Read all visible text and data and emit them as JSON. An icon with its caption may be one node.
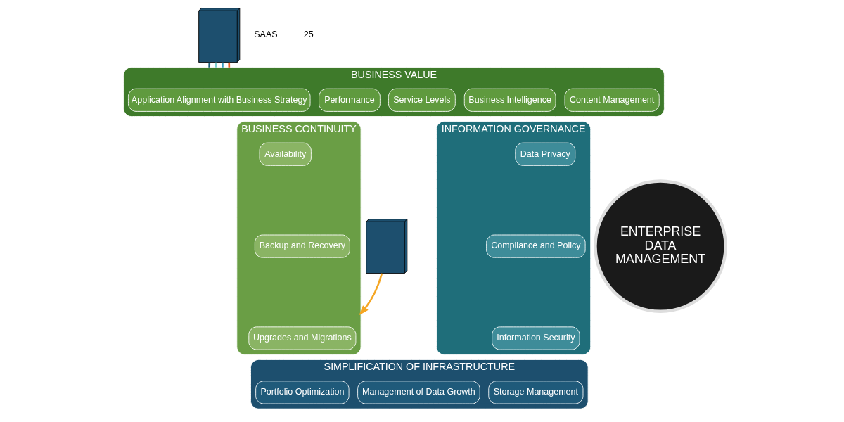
{
  "diagram": {
    "nodes": [
      {
        "text": [],
        "shape": "picture"
      },
      {
        "text": [],
        "shape": "picture"
      },
      {
        "text": [
          "ENTERPRISE DATA MANAGEMENT"
        ]
      },
      {
        "text": [
          "BUSINESS VALUE"
        ]
      },
      {
        "text": [
          "Application Alignment with Business Strategy"
        ],
        "in": 3
      },
      {
        "text": [
          "Performance"
        ],
        "in": 3
      },
      {
        "text": [
          "Service Levels"
        ],
        "in": 3
      },
      {
        "text": [
          "Business Intelligence"
        ],
        "in": 3
      },
      {
        "text": [
          "Content Management"
        ],
        "in": 3
      },
      {
        "text": [
          "INFORMATION GOVERNANCE"
        ]
      },
      {
        "text": [
          "Data Privacy"
        ],
        "in": 9
      },
      {
        "text": [
          "Compliance and Policy"
        ],
        "in": 9
      },
      {
        "text": [
          "Information Security"
        ],
        "in": 9
      },
      {
        "text": [
          "SIMPLIFICATION OF INFRASTRUCTURE"
        ]
      },
      {
        "text": [
          "Storage Management"
        ],
        "in": 13
      },
      {
        "text": [
          "Management of Data Growth"
        ],
        "in": 13
      },
      {
        "text": [
          "Portfolio Optimization"
        ],
        "in": 13
      },
      {
        "text": [
          "BUSINESS CONTINUITY"
        ]
      },
      {
        "text": [
          "Upgrades and Migrations"
        ],
        "in": 17
      },
      {
        "text": [
          "Backup and Recovery"
        ],
        "in": 17
      },
      {
        "text": [
          "Availability"
        ],
        "in": 17
      }
    ],
    "edges": [
      {
        "from": 0,
        "to": 3,
        "arrow": "none",
        "color": "#1a5f7a"
      },
      {
        "from": 0,
        "to": 3,
        "arrow": "none",
        "color": "#7fcfd0"
      },
      {
        "from": 0,
        "to": 3,
        "arrow": "none",
        "color": "#3a9bbf"
      },
      {
        "from": 0,
        "to": 3,
        "arrow": "none",
        "color": "#f0602a"
      },
      {
        "from": 1,
        "to": 17,
        "arrow": "to",
        "color": "#f5a623"
      }
    ],
    "labels": [
      "SAAS",
      "25"
    ]
  }
}
